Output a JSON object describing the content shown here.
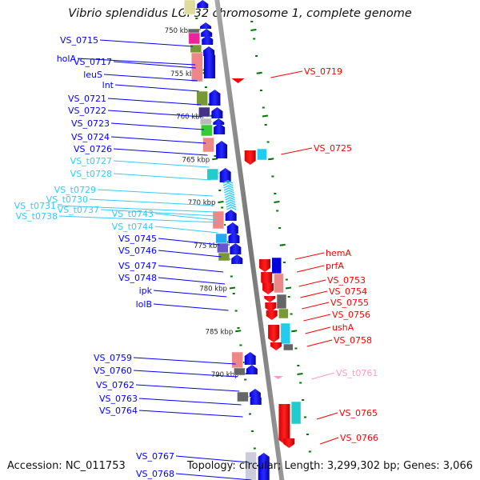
{
  "title": "Vibrio splendidus LGP32 chromosome 1, complete genome",
  "footer": {
    "accession": "Accession: NC_011753",
    "summary": "Topology: circular; Length: 3,299,302 bp; Genes: 3,066"
  },
  "colors": {
    "forward_gene": "#0000ff",
    "reverse_gene": "#ff0000",
    "trna_forward": "#33ccff",
    "trna_reverse": "#ff99cc",
    "backbone": "#888888",
    "tick": "#007700"
  },
  "scale_ticks": [
    {
      "label": "750 kbp",
      "kbp": 750
    },
    {
      "label": "755 kbp",
      "kbp": 755
    },
    {
      "label": "760 kbp",
      "kbp": 760
    },
    {
      "label": "765 kbp",
      "kbp": 765
    },
    {
      "label": "770 kbp",
      "kbp": 770
    },
    {
      "label": "775 kbp",
      "kbp": 775
    },
    {
      "label": "780 kbp",
      "kbp": 780
    },
    {
      "label": "785 kbp",
      "kbp": 785
    },
    {
      "label": "790 kbp",
      "kbp": 790
    }
  ],
  "left_labels": [
    {
      "name": "VS_0715",
      "type": "cds"
    },
    {
      "name": "holA",
      "type": "cds"
    },
    {
      "name": "VS_0717",
      "type": "cds"
    },
    {
      "name": "leuS",
      "type": "cds"
    },
    {
      "name": "lnt",
      "type": "cds"
    },
    {
      "name": "VS_0721",
      "type": "cds"
    },
    {
      "name": "VS_0722",
      "type": "cds"
    },
    {
      "name": "VS_0723",
      "type": "cds"
    },
    {
      "name": "VS_0724",
      "type": "cds"
    },
    {
      "name": "VS_0726",
      "type": "cds"
    },
    {
      "name": "VS_t0727",
      "type": "trna"
    },
    {
      "name": "VS_t0728",
      "type": "trna"
    },
    {
      "name": "VS_t0729",
      "type": "trna"
    },
    {
      "name": "VS_t0730",
      "type": "trna"
    },
    {
      "name": "VS_t0731",
      "type": "trna"
    },
    {
      "name": "VS_t0737",
      "type": "trna"
    },
    {
      "name": "VS_t0738",
      "type": "trna"
    },
    {
      "name": "VS_t0743",
      "type": "trna"
    },
    {
      "name": "VS_t0744",
      "type": "trna"
    },
    {
      "name": "VS_0745",
      "type": "cds"
    },
    {
      "name": "VS_0746",
      "type": "cds"
    },
    {
      "name": "VS_0747",
      "type": "cds"
    },
    {
      "name": "VS_0748",
      "type": "cds"
    },
    {
      "name": "ipk",
      "type": "cds"
    },
    {
      "name": "lolB",
      "type": "cds"
    },
    {
      "name": "VS_0759",
      "type": "cds"
    },
    {
      "name": "VS_0760",
      "type": "cds"
    },
    {
      "name": "VS_0762",
      "type": "cds"
    },
    {
      "name": "VS_0763",
      "type": "cds"
    },
    {
      "name": "VS_0764",
      "type": "cds"
    },
    {
      "name": "VS_0767",
      "type": "cds"
    },
    {
      "name": "VS_0768",
      "type": "cds"
    }
  ],
  "right_labels": [
    {
      "name": "VS_0719",
      "type": "cds"
    },
    {
      "name": "VS_0725",
      "type": "cds"
    },
    {
      "name": "hemA",
      "type": "cds"
    },
    {
      "name": "prfA",
      "type": "cds"
    },
    {
      "name": "VS_0753",
      "type": "cds"
    },
    {
      "name": "VS_0754",
      "type": "cds"
    },
    {
      "name": "VS_0755",
      "type": "cds"
    },
    {
      "name": "VS_0756",
      "type": "cds"
    },
    {
      "name": "ushA",
      "type": "cds"
    },
    {
      "name": "VS_0758",
      "type": "cds"
    },
    {
      "name": "VS_t0761",
      "type": "trna"
    },
    {
      "name": "VS_0765",
      "type": "cds"
    },
    {
      "name": "VS_0766",
      "type": "cds"
    }
  ]
}
